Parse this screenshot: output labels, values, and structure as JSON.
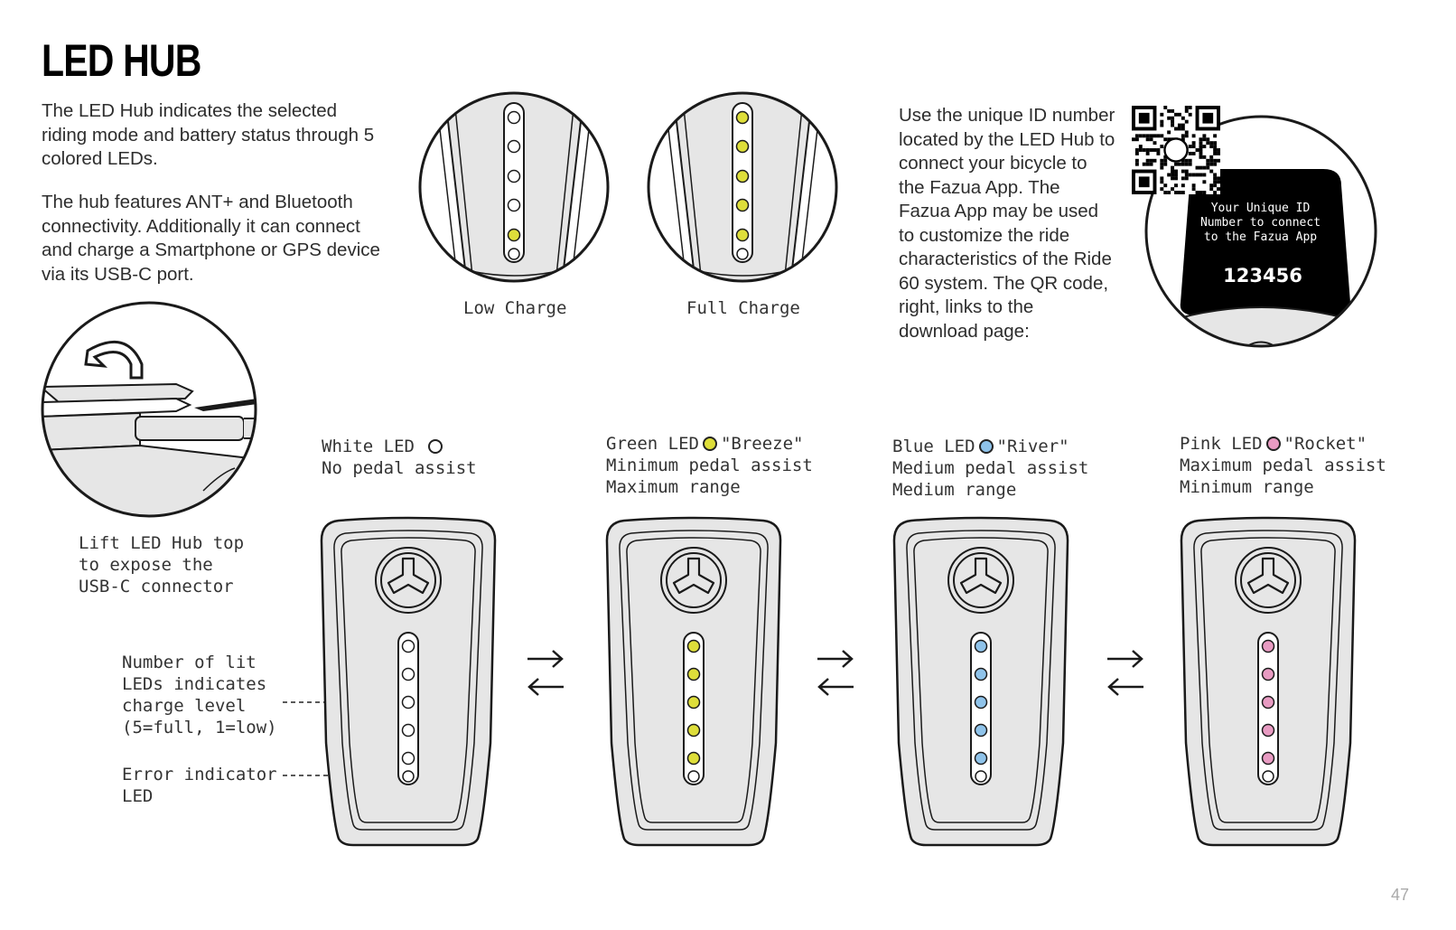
{
  "page": {
    "title": "LED HUB",
    "page_number": "47"
  },
  "intro": {
    "para1": "The LED Hub indicates the selected riding mode and battery status through 5 colored LEDs.",
    "para2": "The hub features ANT+ and Bluetooth connectivity. Additionally it can connect and charge a Smartphone or GPS device via its USB-C port."
  },
  "charge_examples": {
    "low_label": "Low Charge",
    "full_label": "Full Charge"
  },
  "app_info": {
    "text": "Use the unique ID number located by the LED Hub to connect your bicycle to the Fazua App. The Fazua App may be used to customize the ride characteristics of the Ride 60 system. The QR code, right, links to the download page:",
    "label_line1": "Your Unique ID",
    "label_line2": "Number to connect",
    "label_line3": "to the Fazua App",
    "id_number": "123456"
  },
  "usb": {
    "caption_line1": "Lift LED Hub top",
    "caption_line2": "to expose the",
    "caption_line3": "USB-C connector"
  },
  "callouts": {
    "charge_line1": "Number of lit",
    "charge_line2": "LEDs indicates",
    "charge_line3": "charge level",
    "charge_line4": "(5=full, 1=low)",
    "error_line1": "Error indicator",
    "error_line2": "LED"
  },
  "modes": [
    {
      "name": "White LED",
      "quote": "",
      "line2": "No pedal assist",
      "line3": "",
      "color": "#ffffff"
    },
    {
      "name": "Green LED",
      "quote": "\"Breeze\"",
      "line2": "Minimum pedal assist",
      "line3": "Maximum range",
      "color": "#dede3a"
    },
    {
      "name": "Blue LED",
      "quote": "\"River\"",
      "line2": "Medium pedal assist",
      "line3": "Medium range",
      "color": "#8fc3ea"
    },
    {
      "name": "Pink LED",
      "quote": "\"Rocket\"",
      "line2": "Maximum pedal assist",
      "line3": "Minimum range",
      "color": "#e89bc2"
    }
  ],
  "colors": {
    "hub_fill": "#e6e6e6",
    "outline": "#1a1a1a",
    "green_led": "#dede3a"
  }
}
